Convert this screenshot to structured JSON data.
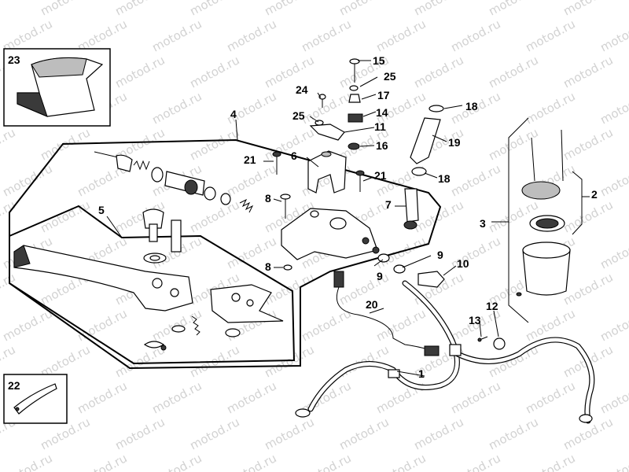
{
  "watermark": "motod.ru",
  "callouts": [
    "1",
    "2",
    "3",
    "4",
    "5",
    "6",
    "7",
    "8",
    "8",
    "9",
    "9",
    "10",
    "11",
    "12",
    "13",
    "14",
    "15",
    "16",
    "17",
    "18",
    "18",
    "19",
    "20",
    "21",
    "21",
    "22",
    "23",
    "24",
    "25",
    "25"
  ]
}
